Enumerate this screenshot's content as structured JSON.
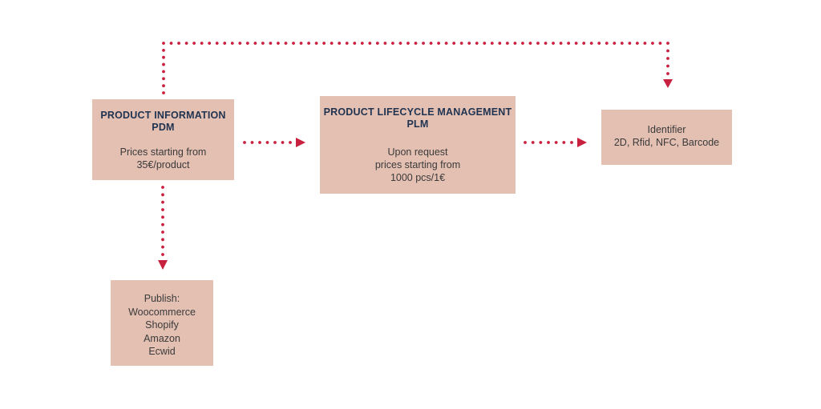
{
  "diagram": {
    "colors": {
      "box_fill": "#e4c0b3",
      "heading_text": "#1f3350",
      "body_text": "#3a3a3a",
      "connector": "#c8203f"
    },
    "boxes": {
      "pdm": {
        "heading": [
          "PRODUCT INFORMATION",
          "PDM"
        ],
        "body": [
          "Prices starting from",
          "35€/product"
        ]
      },
      "plm": {
        "heading": [
          "PRODUCT LIFECYCLE MANAGEMENT",
          "PLM"
        ],
        "body": [
          "Upon request",
          "prices starting from",
          "1000 pcs/1€"
        ]
      },
      "identifier": {
        "body": [
          "Identifier",
          "2D, Rfid, NFC, Barcode"
        ]
      },
      "publish": {
        "body": [
          "Publish:",
          "Woocommerce",
          "Shopify",
          "Amazon",
          "Ecwid"
        ]
      }
    },
    "connectors": [
      {
        "from": "pdm",
        "to": "plm",
        "style": "dotted-arrow"
      },
      {
        "from": "plm",
        "to": "identifier",
        "style": "dotted-arrow"
      },
      {
        "from": "pdm",
        "to": "identifier",
        "style": "dotted-arrow",
        "route": "over-top"
      },
      {
        "from": "pdm",
        "to": "publish",
        "style": "dotted-arrow"
      }
    ]
  }
}
